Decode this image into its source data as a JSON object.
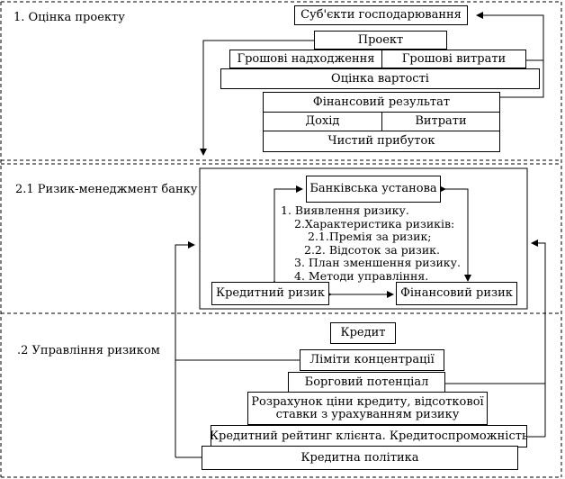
{
  "sections": {
    "s1_title": "1.   Оцінка проекту",
    "s2_title": "2.1 Ризик-менеджмент банку",
    "s3_title": ".2 Управління ризиком"
  },
  "s1": {
    "subjects": "Суб'єкти господарювання",
    "project": "Проект",
    "cash_in": "Грошові надходження",
    "cash_out": "Грошові витрати",
    "valuation": "Оцінка вартості",
    "fin_result": "Фінансовий результат",
    "income": "Дохід",
    "expenses": "Витрати",
    "net_profit": "Чистий прибуток"
  },
  "s2": {
    "bank": "Банківська установа",
    "steps": [
      "1. Виявлення ризику.",
      "2.Характеристика ризиків:",
      "2.1.Премія за ризик;",
      "2.2. Відсоток за ризик.",
      "3. План зменшення ризику.",
      "4. Методи управління."
    ],
    "credit_risk": "Кредитний ризик",
    "financial_risk": "Фінансовий ризик"
  },
  "s3": {
    "credit": "Кредит",
    "limits": "Ліміти концентрації",
    "borrowing": "Борговий потенціал",
    "pricing_1": "Розрахунок ціни кредиту, відсоткової",
    "pricing_2": "ставки з урахуванням ризику",
    "rating": "Кредитний рейтинг клієнта. Кредитоспроможність",
    "policy": "Кредитна політика"
  }
}
